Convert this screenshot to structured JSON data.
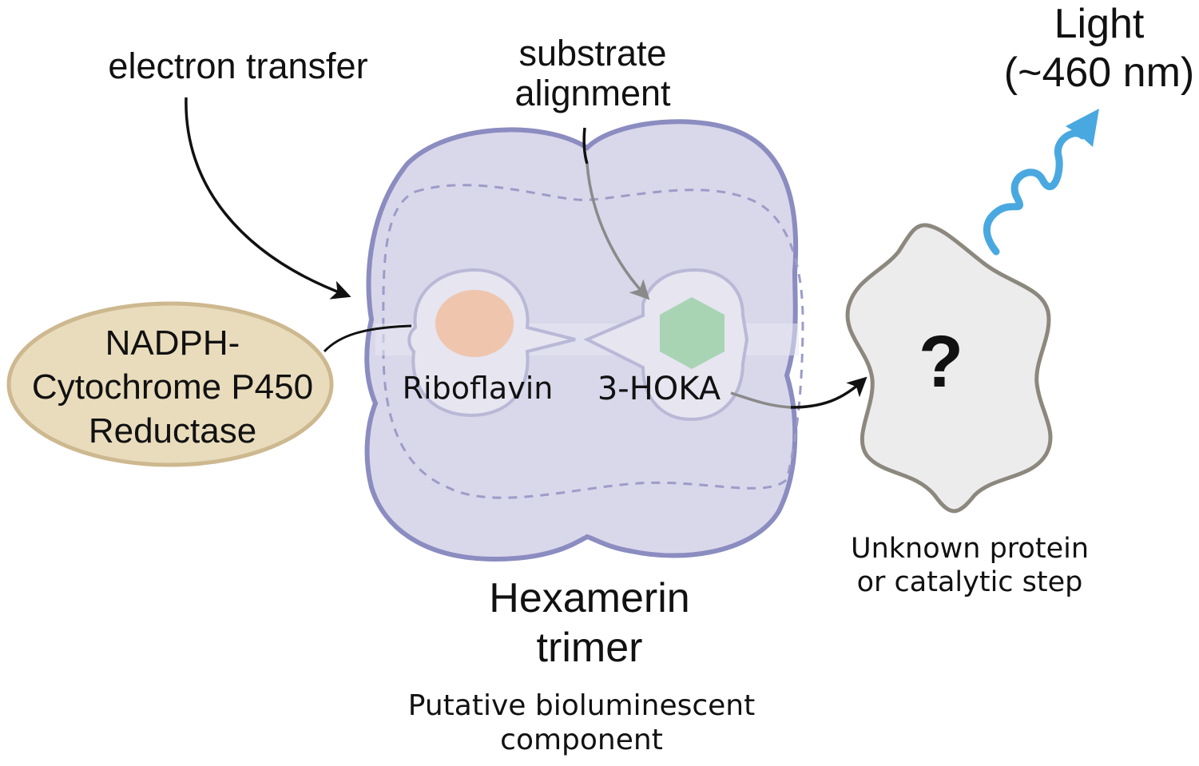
{
  "annotations": {
    "electron_transfer": "electron  transfer",
    "substrate_alignment": [
      "substrate",
      "alignment"
    ],
    "light": [
      "Light",
      "(~460 nm)"
    ]
  },
  "reductase": {
    "lines": [
      "NADPH-",
      "Cytochrome P450",
      "Reductase"
    ],
    "fill": "#e9dcbc",
    "stroke": "#cdb88f"
  },
  "hexamerin": {
    "title": [
      "Hexamerin",
      "trimer"
    ],
    "subtitle": [
      "Putative bioluminescent",
      "component"
    ],
    "fill": "#d9d7ea",
    "stroke": "#8b8cc0"
  },
  "pockets": {
    "riboflavin": {
      "label": "Riboflavin",
      "color": "#efc5ad"
    },
    "hoka": {
      "label": "3-HOKA",
      "color": "#a9d4b4"
    }
  },
  "unknown": {
    "symbol": "?",
    "caption": [
      "Unknown protein",
      "or catalytic step"
    ],
    "fill": "#ececec",
    "stroke": "#8c887e"
  },
  "colors": {
    "arrow": "#111111",
    "arrow_gray": "#8a8a8a",
    "light_wave": "#4aa8e0"
  }
}
